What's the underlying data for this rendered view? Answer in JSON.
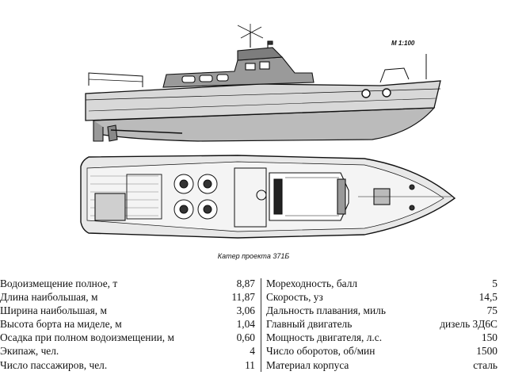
{
  "drawing": {
    "scale": "М 1:100",
    "caption": "Катер проекта 371Б"
  },
  "specs_left": [
    {
      "label": "Водоизмещение полное, т",
      "value": "8,87"
    },
    {
      "label": "Длина наибольшая, м",
      "value": "11,87"
    },
    {
      "label": "Ширина наибольшая, м",
      "value": "3,06"
    },
    {
      "label": "Высота борта на миделе, м",
      "value": "1,04"
    },
    {
      "label": "Осадка при полном водоизмещении, м",
      "value": "0,60"
    },
    {
      "label": "Экипаж, чел.",
      "value": "4"
    },
    {
      "label": "Число пассажиров, чел.",
      "value": "11"
    }
  ],
  "specs_right": [
    {
      "label": "Мореходность, балл",
      "value": "5"
    },
    {
      "label": "Скорость, уз",
      "value": "14,5"
    },
    {
      "label": "Дальность плавания, миль",
      "value": "75"
    },
    {
      "label": "Главный двигатель",
      "value": "дизель 3Д6С"
    },
    {
      "label": "Мощность двигателя, л.с.",
      "value": "150"
    },
    {
      "label": "Число оборотов, об/мин",
      "value": "1500"
    },
    {
      "label": "Материал корпуса",
      "value": "сталь"
    }
  ]
}
